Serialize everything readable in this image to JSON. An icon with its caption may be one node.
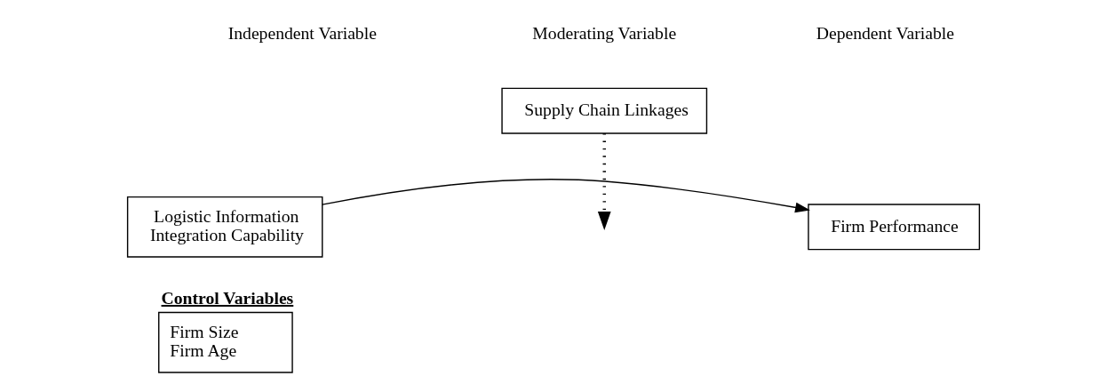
{
  "diagram": {
    "nodes": [
      {
        "text": [
          "Supply Chain Linkages"
        ]
      },
      {
        "text": [
          "Logistic Information Integration Capability"
        ]
      },
      {
        "text": [
          "Firm Performance"
        ]
      },
      {
        "text": [
          "Control Variables",
          "Firm Size",
          "Firm Age"
        ]
      }
    ],
    "edges": [
      {
        "from": 1,
        "to": 2,
        "arrow": "to"
      },
      {
        "from": 0,
        "to": null,
        "arrow": "to",
        "style": "dashed"
      }
    ],
    "labels": [
      "Independent Variable",
      "Moderating Variable",
      "Dependent Variable"
    ]
  }
}
